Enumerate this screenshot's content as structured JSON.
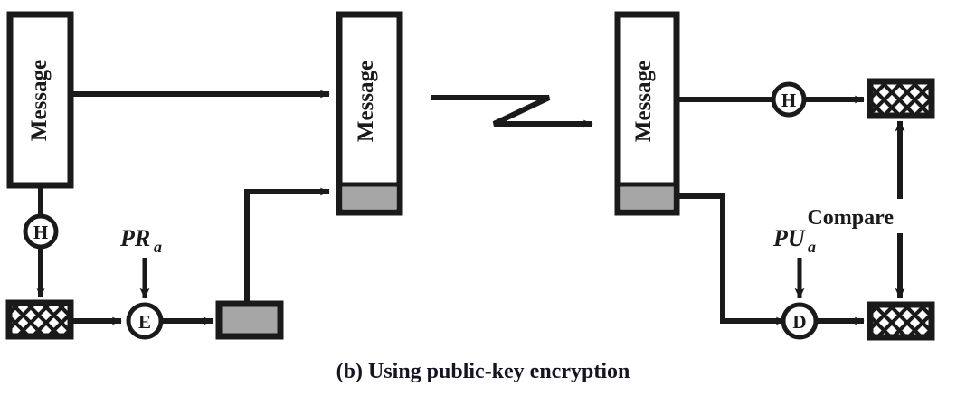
{
  "figure": {
    "caption": "(b) Using public-key encryption",
    "colors": {
      "ink": "#1a1a1a",
      "digest_fill": "#ffffff",
      "signature_fill": "#a6a6a6",
      "message_fill": "#ffffff",
      "background": "#ffffff"
    }
  },
  "sender": {
    "message_box": {
      "label": "Message",
      "name": "sender-message"
    },
    "hash_function": {
      "label": "H",
      "name": "sender-hash-function"
    },
    "digest": {
      "label": "",
      "name": "sender-message-digest",
      "pattern": "crosshatch"
    },
    "private_key": {
      "base": "PR",
      "subscript": "a",
      "label": "PRa"
    },
    "encrypt": {
      "label": "E",
      "name": "encrypt-operation"
    },
    "signature": {
      "label": "",
      "name": "encrypted-digest",
      "fill": "#a6a6a6"
    }
  },
  "transmission": {
    "message_box": {
      "label": "Message",
      "name": "transmitted-message"
    },
    "appended_signature": {
      "label": "",
      "fill": "#a6a6a6"
    },
    "link_symbol": "zigzag-transmission-arrow"
  },
  "receiver": {
    "message_box": {
      "label": "Message",
      "name": "received-message"
    },
    "appended_signature": {
      "label": "",
      "fill": "#a6a6a6"
    },
    "hash_function": {
      "label": "H",
      "name": "receiver-hash-function"
    },
    "computed_digest": {
      "label": "",
      "name": "computed-digest",
      "pattern": "crosshatch"
    },
    "public_key": {
      "base": "PU",
      "subscript": "a",
      "label": "PUa"
    },
    "decrypt": {
      "label": "D",
      "name": "decrypt-operation"
    },
    "recovered_digest": {
      "label": "",
      "name": "recovered-digest",
      "pattern": "crosshatch"
    },
    "compare": {
      "label": "Compare",
      "name": "compare-operation"
    }
  }
}
